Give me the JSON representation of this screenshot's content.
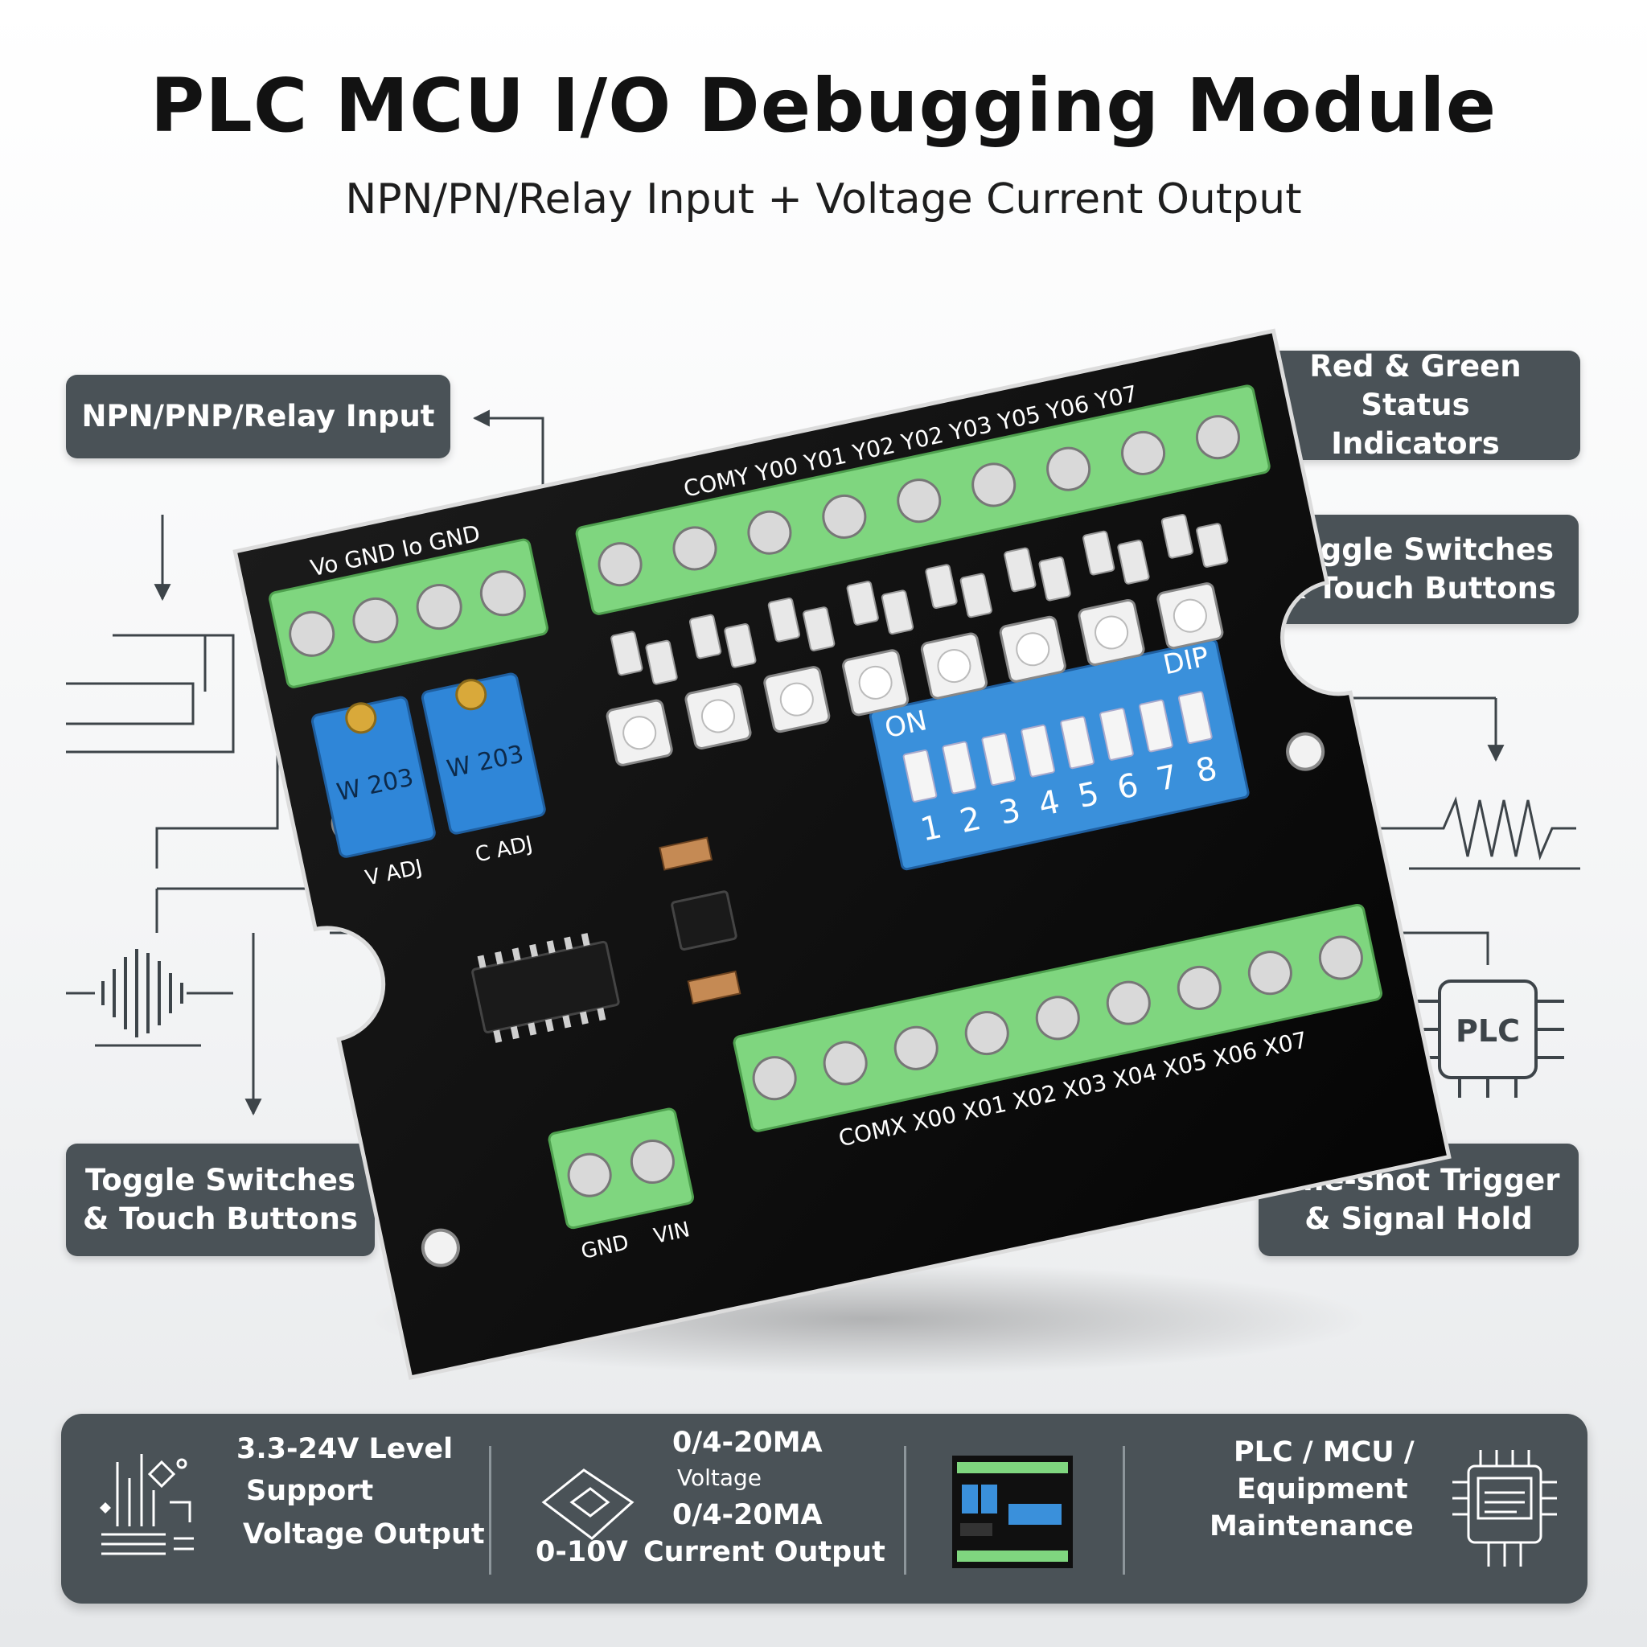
{
  "header": {
    "title": "PLC MCU I/O Debugging Module",
    "subtitle": "NPN/PN/Relay Input + Voltage Current Output"
  },
  "callouts": {
    "left_top": "NPN/PNP/Relay Input",
    "left_bottom_line1": "Toggle Switches",
    "left_bottom_line2": "& Touch Buttons",
    "right_top_line1": "Red & Green Status",
    "right_top_line2": "Indicators",
    "right_mid_line1": "Toggle Switches",
    "right_mid_line2": "& Touch Buttons",
    "right_bottom_line1": "One-shot Trigger",
    "right_bottom_line2": "& Signal Hold"
  },
  "board": {
    "top_terminals": "Vo  GND  Io  GND",
    "output_header": "COMY Y00 Y01 Y02 Y02 Y03 Y05 Y06 Y07",
    "pot_labels": [
      "V ADJ",
      "C ADJ"
    ],
    "pot_marks": [
      "W 203",
      "W 203"
    ],
    "dip_label": "DIP",
    "dip_on": "ON",
    "dip_numbers": [
      "1",
      "2",
      "3",
      "4",
      "5",
      "6",
      "7",
      "8"
    ],
    "input_header": "COMX X00 X01 X02 X03 X04 X05 X06 X07",
    "power_labels": [
      "GND",
      "VIN"
    ],
    "plc_chip_label": "PLC"
  },
  "features": {
    "f1_line1": "3.3-24V Level",
    "f1_line2": "Support",
    "f1_line3": "Voltage Output",
    "f2_line1": "0/4-20MA",
    "f2_line2": "Voltage",
    "f2_line3": "0/4-20MA",
    "f2_line4": "0-10V",
    "f2_line5": "Current Output",
    "f4_line1": "PLC / MCU /",
    "f4_line2": "Equipment",
    "f4_line3": "Maintenance"
  },
  "colors": {
    "panel": "#4a5257",
    "pcb": "#0f0f0f",
    "terminal_green": "#7fd67f",
    "pot_blue": "#2f86d8",
    "dip_blue": "#3a90db"
  }
}
